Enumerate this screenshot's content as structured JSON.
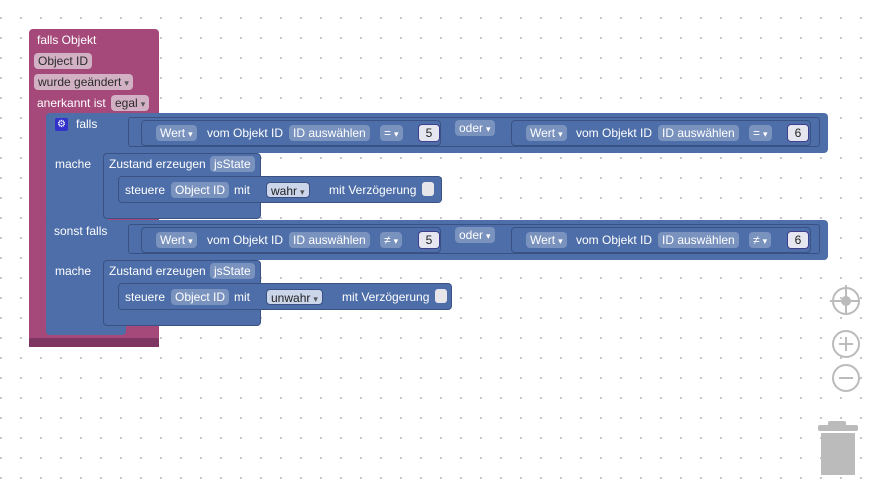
{
  "colors": {
    "trigger": "#a5497b",
    "logic": "#4d6ea8",
    "number": "#3f3f8d"
  },
  "trigger": {
    "title": "falls Objekt",
    "object_id": "Object ID",
    "change": "wurde geändert",
    "ack_label": "anerkannt ist",
    "ack_value": "egal"
  },
  "if_block": {
    "gear_icon": "gear-icon",
    "if_label": "falls",
    "do_label": "mache",
    "elseif_label": "sonst falls",
    "branches": [
      {
        "left": {
          "prop": "Wert",
          "of": "vom Objekt ID",
          "id": "ID auswählen",
          "op": "=",
          "value": "5"
        },
        "logic": "oder",
        "right": {
          "prop": "Wert",
          "of": "vom Objekt ID",
          "id": "ID auswählen",
          "op": "=",
          "value": "6"
        },
        "action": {
          "create_label": "Zustand erzeugen",
          "state": "jsState",
          "control": "steuere",
          "object_id": "Object ID",
          "with": "mit",
          "value": "wahr",
          "delay": "mit Verzögerung"
        }
      },
      {
        "left": {
          "prop": "Wert",
          "of": "vom Objekt ID",
          "id": "ID auswählen",
          "op": "≠",
          "value": "5"
        },
        "logic": "oder",
        "right": {
          "prop": "Wert",
          "of": "vom Objekt ID",
          "id": "ID auswählen",
          "op": "≠",
          "value": "6"
        },
        "action": {
          "create_label": "Zustand erzeugen",
          "state": "jsState",
          "control": "steuere",
          "object_id": "Object ID",
          "with": "mit",
          "value": "unwahr",
          "delay": "mit Verzögerung"
        }
      }
    ]
  },
  "controls": {
    "center": "target-icon",
    "zoom_in": "zoom-in-icon",
    "zoom_out": "zoom-out-icon",
    "trash": "trash-icon"
  }
}
